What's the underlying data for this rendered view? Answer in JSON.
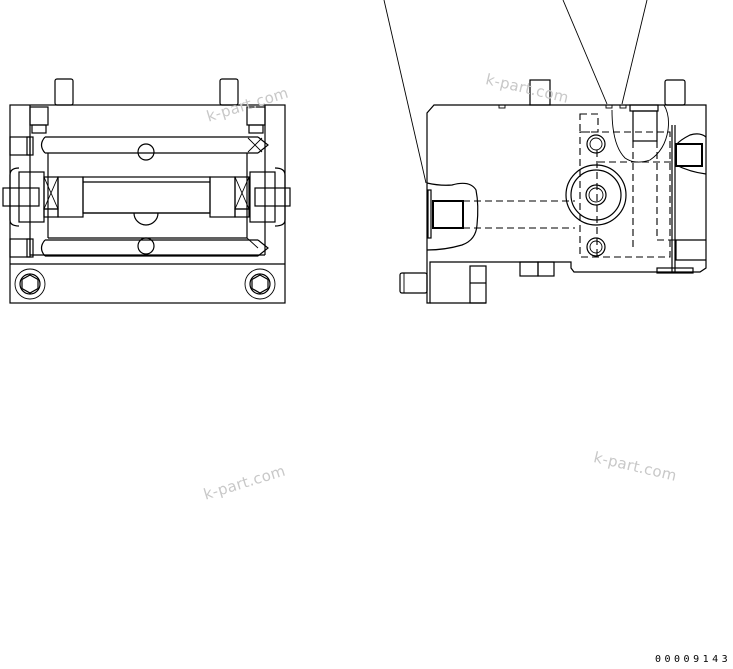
{
  "drawing": {
    "number": "00009143",
    "views": [
      {
        "name": "front-view",
        "description": "Valve block front view with tie rods, spools and two mounting bolts"
      },
      {
        "name": "side-view",
        "description": "Valve block side view with hidden passages (dashed), three leader lines"
      }
    ],
    "leader_lines": 3
  },
  "watermarks": [
    "k-part.com",
    "k-part.com",
    "k-part.com",
    "k-part.com"
  ]
}
